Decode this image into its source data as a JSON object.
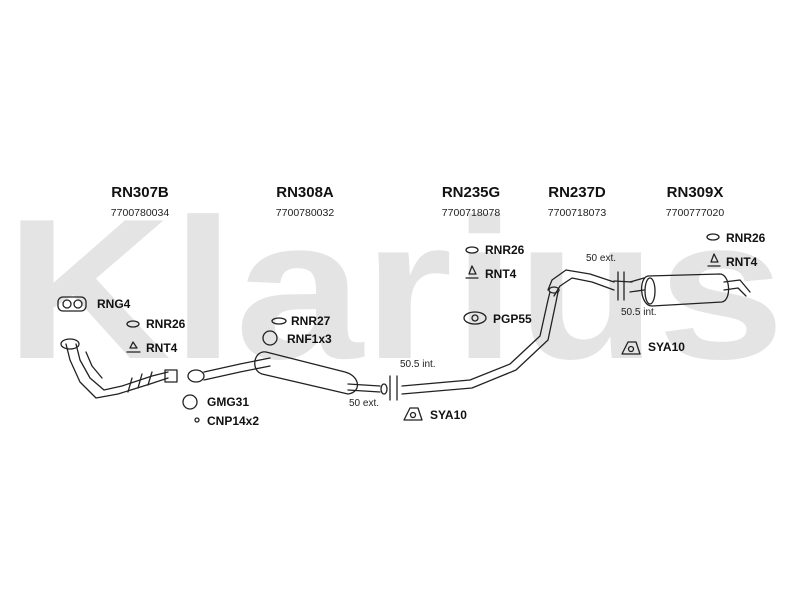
{
  "watermark": {
    "text": "Klarius"
  },
  "sections": [
    {
      "code": "RN307B",
      "part_no": "7700780034"
    },
    {
      "code": "RN308A",
      "part_no": "7700780032"
    },
    {
      "code": "RN235G",
      "part_no": "7700718078"
    },
    {
      "code": "RN237D",
      "part_no": "7700718073"
    },
    {
      "code": "RN309X",
      "part_no": "7700777020"
    }
  ],
  "fittings": {
    "rng4": "RNG4",
    "rnr26_a": "RNR26",
    "rnt4_a": "RNT4",
    "rnr27": "RNR27",
    "rnf1x3": "RNF1x3",
    "gmg31": "GMG31",
    "cnp14x2": "CNP14x2",
    "rnr26_b": "RNR26",
    "rnt4_b": "RNT4",
    "pgp55": "PGP55",
    "sya10_a": "SYA10",
    "rnr26_c": "RNR26",
    "rnt4_c": "RNT4",
    "sya10_b": "SYA10"
  },
  "notes": {
    "int_1": "50.5 int.",
    "ext_1": "50 ext.",
    "ext_2": "50 ext.",
    "int_2": "50.5 int."
  }
}
